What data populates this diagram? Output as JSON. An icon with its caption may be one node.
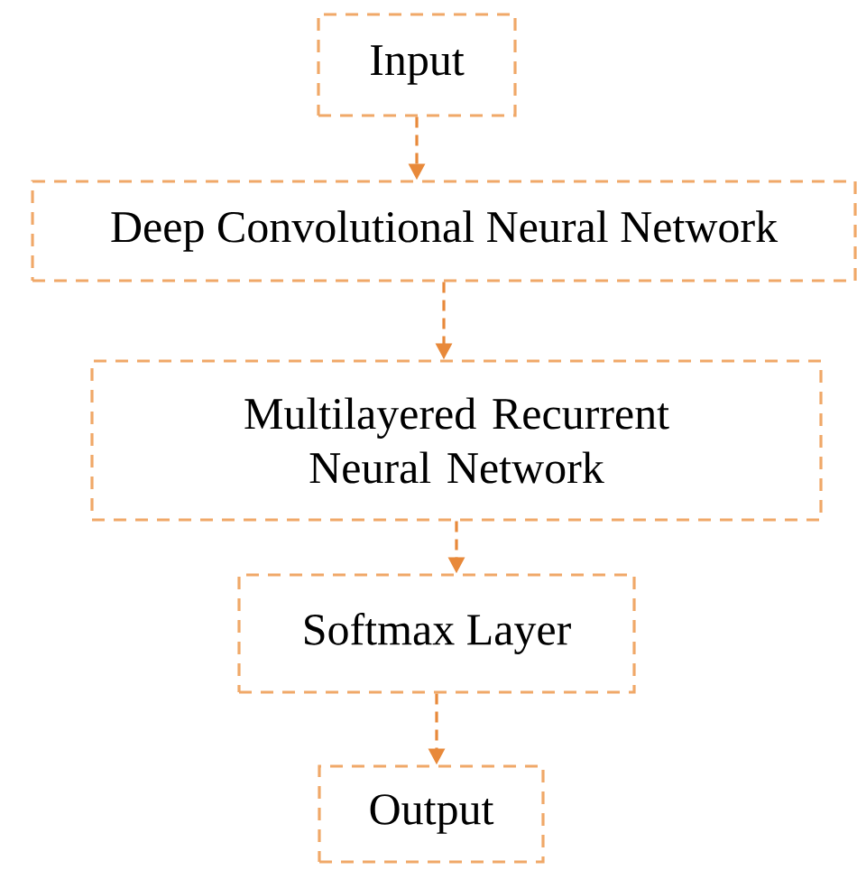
{
  "diagram": {
    "nodes": [
      {
        "text": [
          "Input"
        ]
      },
      {
        "text": [
          "Deep Convolutional Neural Network"
        ]
      },
      {
        "text": [
          "Multilayered Recurrent Neural Network"
        ]
      },
      {
        "text": [
          "Softmax Layer"
        ]
      },
      {
        "text": [
          "Output"
        ]
      }
    ],
    "edges": [
      {
        "from": 0,
        "to": 1,
        "arrow": "to",
        "style": "dashed"
      },
      {
        "from": 1,
        "to": 2,
        "arrow": "to",
        "style": "dashed"
      },
      {
        "from": 2,
        "to": 3,
        "arrow": "to",
        "style": "dashed"
      },
      {
        "from": 3,
        "to": 4,
        "arrow": "to",
        "style": "dashed"
      }
    ]
  }
}
